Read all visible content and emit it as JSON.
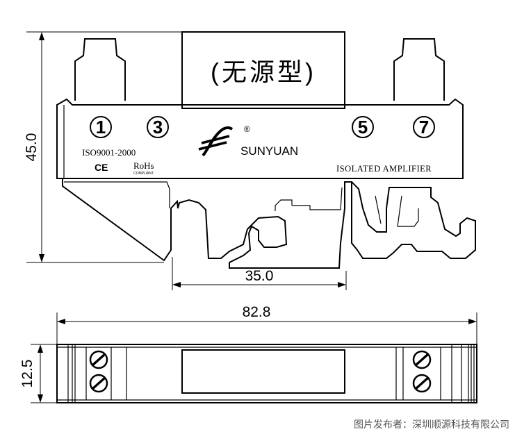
{
  "label_passive": "(无源型)",
  "terminals": [
    "1",
    "3",
    "5",
    "7"
  ],
  "iso": "ISO9001-2000",
  "ce": "CE",
  "rohs": "RoHs",
  "rohs_sub": "COMPLIANT",
  "brand": "SUNYUAN",
  "registered": "®",
  "product": "ISOLATED AMPLIFIER",
  "dim_height": "45.0",
  "dim_rail": "35.0",
  "dim_length": "82.8",
  "dim_depth": "12.5",
  "watermark": "图片发布者：深圳顺源科技有限公司"
}
